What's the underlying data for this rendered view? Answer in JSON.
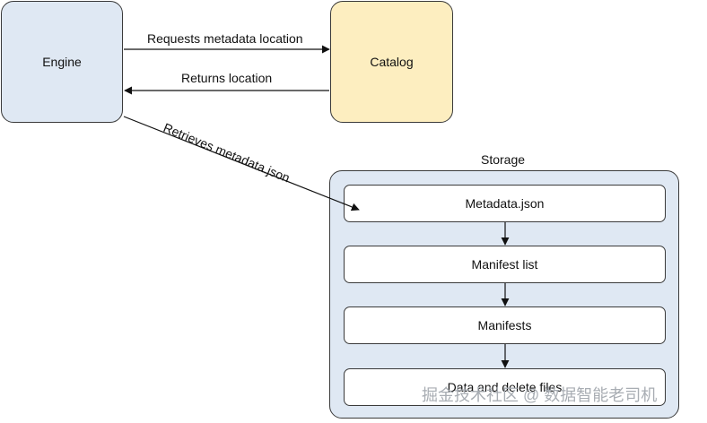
{
  "nodes": {
    "engine": "Engine",
    "catalog": "Catalog",
    "storage": {
      "title": "Storage",
      "layers": [
        "Metadata.json",
        "Manifest list",
        "Manifests",
        "Data and delete files"
      ]
    }
  },
  "edges": {
    "requests": "Requests metadata location",
    "returns": "Returns location",
    "retrieves": "Retrieves metadata.json"
  },
  "colors": {
    "engine_fill": "#dfe8f3",
    "catalog_fill": "#fdeec0",
    "storage_fill": "#dfe8f3",
    "layer_fill": "#ffffff",
    "stroke": "#3a3a3a"
  },
  "watermark": "掘金技术社区 @ 数据智能老司机"
}
